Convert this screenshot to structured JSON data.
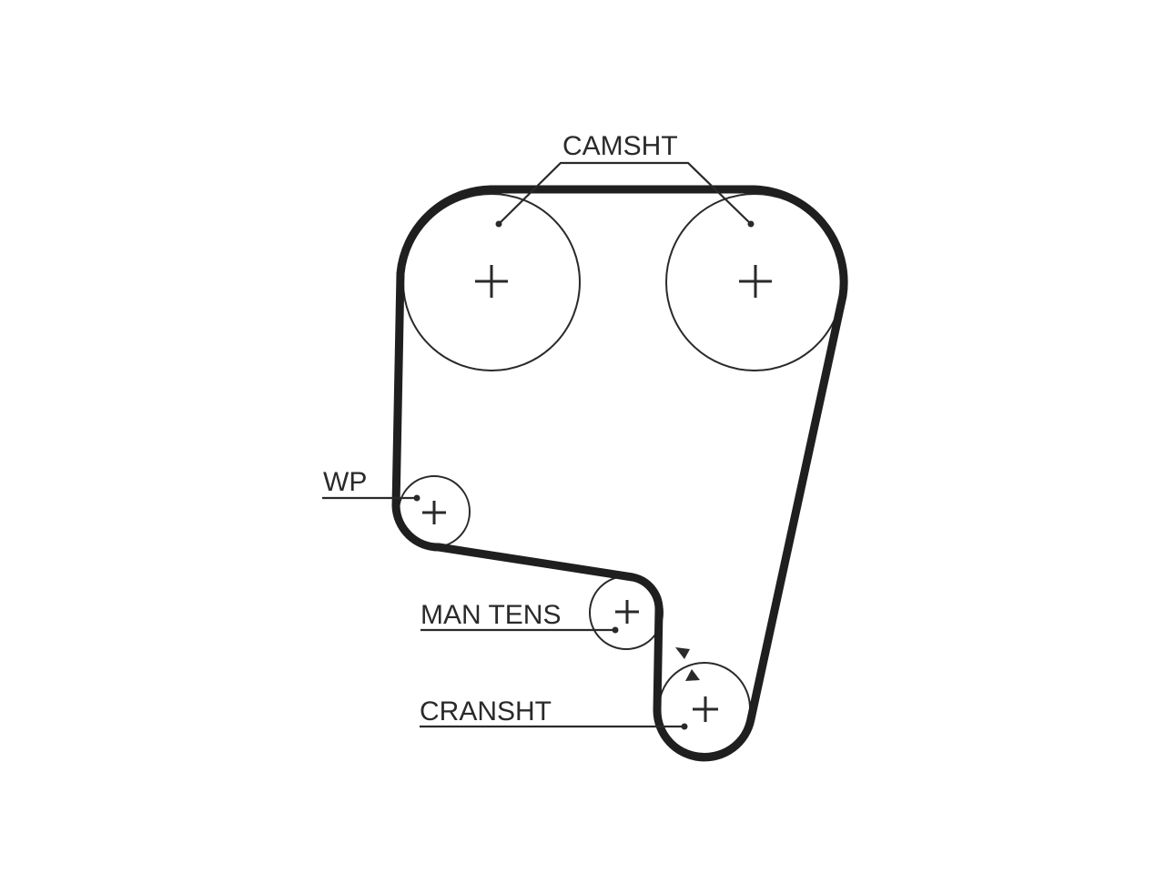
{
  "labels": {
    "camshaft": "CAMSHT",
    "water_pump": "WP",
    "manual_tensioner": "MAN TENS",
    "crankshaft": "CRANSHT"
  },
  "colors": {
    "line": "#2a2a2a",
    "belt": "#1f1f1f",
    "background": "#ffffff"
  }
}
